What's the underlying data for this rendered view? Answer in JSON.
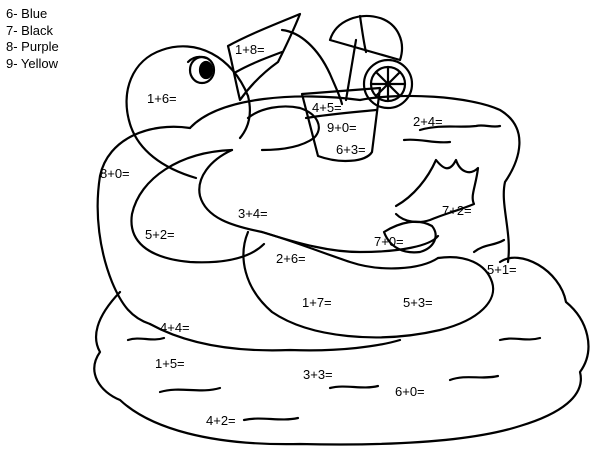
{
  "legend": [
    "6- Blue",
    "7- Black",
    "8- Purple",
    "9- Yellow"
  ],
  "equations": {
    "beak": "1+8=",
    "head": "1+6=",
    "glass_top": "4+5=",
    "glass_mid": "9+0=",
    "glass_low": "6+3=",
    "water_right_top": "2+4=",
    "chair_left": "8+0=",
    "arm": "3+4=",
    "foot": "7+2=",
    "chair_inner": "5+2=",
    "foot_low": "7+0=",
    "body": "2+6=",
    "water_right": "5+1=",
    "ring_mid": "1+7=",
    "ring_right": "5+3=",
    "chair_base": "4+4=",
    "water_left": "1+5=",
    "water_mid": "3+3=",
    "water_low_right": "6+0=",
    "water_bottom": "4+2="
  }
}
